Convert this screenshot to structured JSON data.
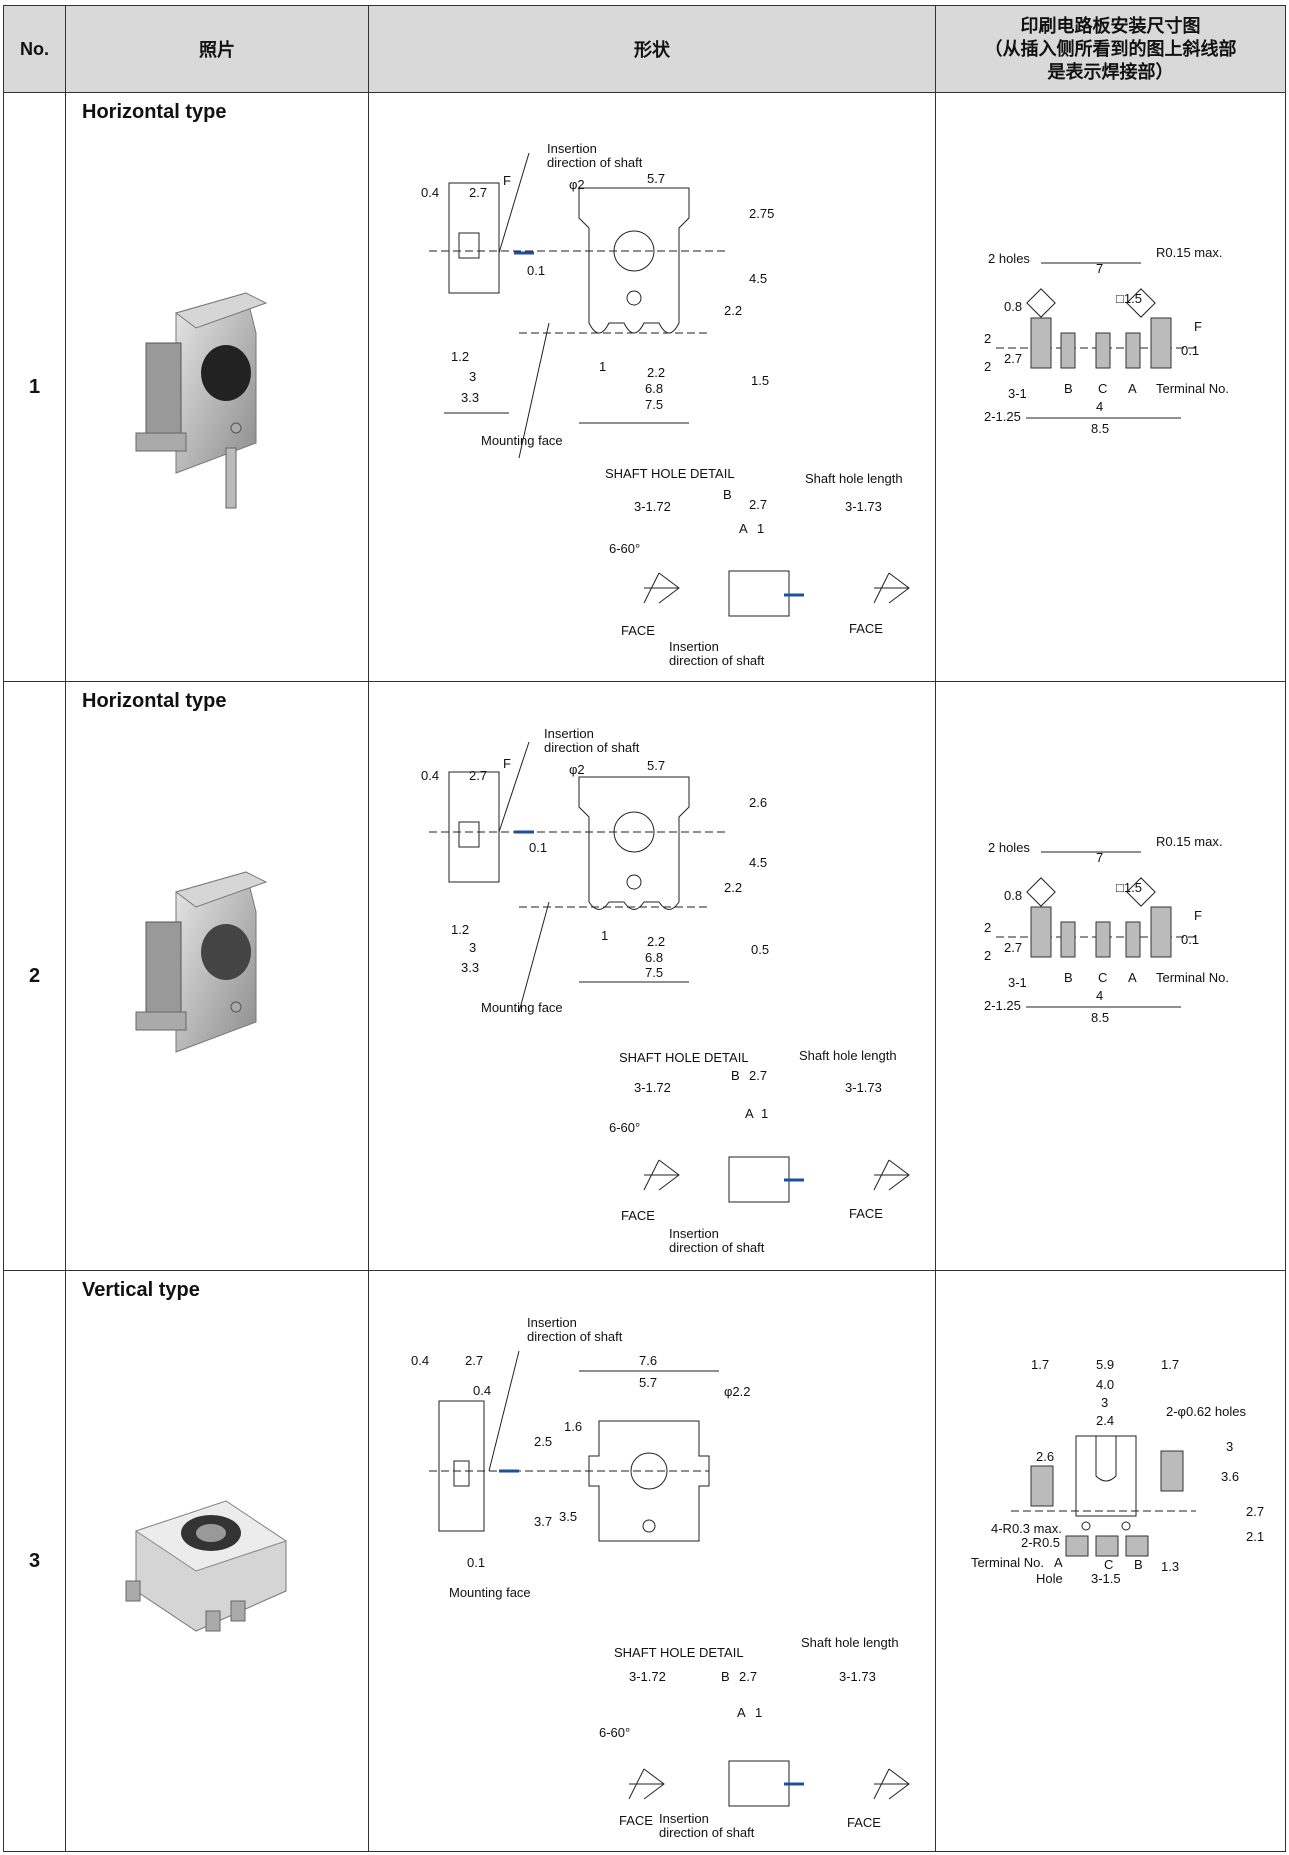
{
  "header": {
    "no": "No.",
    "photo": "照片",
    "shape": "形状",
    "pcb_line1": "印刷电路板安装尺寸图",
    "pcb_line2": "（从插入侧所看到的图上斜线部",
    "pcb_line3": "是表示焊接部）"
  },
  "rows": [
    {
      "no": "1",
      "type": "Horizontal type",
      "shape": {
        "insertion1": "Insertion",
        "insertion2": "direction of shaft",
        "d_04": "0.4",
        "d_27": "2.7",
        "f": "F",
        "d_phi": "φ2",
        "d_57": "5.7",
        "d_275": "2.75",
        "d_45": "4.5",
        "d_22v": "2.2",
        "d_01": "0.1",
        "d_12": "1.2",
        "d_3": "3",
        "d_33": "3.3",
        "d_1": "1",
        "d_22": "2.2",
        "d_68": "6.8",
        "d_75": "7.5",
        "d_15": "1.5",
        "mounting": "Mounting face",
        "shaft_detail": "SHAFT HOLE DETAIL",
        "shaft_len": "Shaft hole length",
        "d_172": "3-1.72",
        "d_173": "3-1.73",
        "d_b": "B",
        "d_a": "A",
        "d_27b": "2.7",
        "d_1b": "1",
        "d_660": "6-60°",
        "bface": "FACE",
        "aface": "FACE",
        "ins_b1": "Insertion",
        "ins_b2": "direction of shaft"
      },
      "pcb": {
        "holes": "2 holes",
        "r015": "R0.15 max.",
        "d_7": "7",
        "d_15": "□1.5",
        "d_08": "0.8",
        "d_2a": "2",
        "d_2b": "2",
        "d_27": "2.7",
        "d_01": "0.1",
        "f": "F",
        "d_31": "3-1",
        "d_125": "2-1.25",
        "t_b": "B",
        "t_c": "C",
        "t_a": "A",
        "terminal": "Terminal No.",
        "d_4": "4",
        "d_85": "8.5"
      }
    },
    {
      "no": "2",
      "type": "Horizontal type",
      "shape": {
        "insertion1": "Insertion",
        "insertion2": "direction of shaft",
        "d_04": "0.4",
        "d_27": "2.7",
        "f": "F",
        "d_phi": "φ2",
        "d_57": "5.7",
        "d_275": "2.6",
        "d_45": "4.5",
        "d_22v": "2.2",
        "d_01": "0.1",
        "d_12": "1.2",
        "d_3": "3",
        "d_33": "3.3",
        "d_1": "1",
        "d_22": "2.2",
        "d_68": "6.8",
        "d_75": "7.5",
        "d_15": "0.5",
        "mounting": "Mounting face",
        "shaft_detail": "SHAFT HOLE DETAIL",
        "shaft_len": "Shaft hole length",
        "d_172": "3-1.72",
        "d_173": "3-1.73",
        "d_b": "B",
        "d_a": "A",
        "d_27b": "2.7",
        "d_1b": "1",
        "d_660": "6-60°",
        "bface": "FACE",
        "aface": "FACE",
        "ins_b1": "Insertion",
        "ins_b2": "direction of shaft"
      },
      "pcb": {
        "holes": "2 holes",
        "r015": "R0.15 max.",
        "d_7": "7",
        "d_15": "□1.5",
        "d_08": "0.8",
        "d_2a": "2",
        "d_2b": "2",
        "d_27": "2.7",
        "d_01": "0.1",
        "f": "F",
        "d_31": "3-1",
        "d_125": "2-1.25",
        "t_b": "B",
        "t_c": "C",
        "t_a": "A",
        "terminal": "Terminal No.",
        "d_4": "4",
        "d_85": "8.5"
      }
    },
    {
      "no": "3",
      "type": "Vertical type",
      "shape": {
        "insertion1": "Insertion",
        "insertion2": "direction of shaft",
        "d_04": "0.4",
        "d_27": "2.7",
        "d_04b": "0.4",
        "d_76": "7.6",
        "d_57": "5.7",
        "d_phi": "φ2.2",
        "d_25": "2.5",
        "d_16": "1.6",
        "d_37": "3.7",
        "d_35": "3.5",
        "d_01": "0.1",
        "mounting": "Mounting face",
        "shaft_detail": "SHAFT HOLE DETAIL",
        "shaft_len": "Shaft hole length",
        "d_172": "3-1.72",
        "d_173": "3-1.73",
        "d_b": "B",
        "d_a": "A",
        "d_27b": "2.7",
        "d_1b": "1",
        "d_660": "6-60°",
        "bface": "FACE",
        "aface": "FACE",
        "ins_b1": "Insertion",
        "ins_b2": "direction of shaft"
      },
      "pcb": {
        "d_17a": "1.7",
        "d_59": "5.9",
        "d_17b": "1.7",
        "d_40": "4.0",
        "d_3": "3",
        "d_24": "2.4",
        "holes": "2-φ0.62 holes",
        "d_26": "2.6",
        "d_3v": "3",
        "d_36": "3.6",
        "d_27": "2.7",
        "d_21": "2.1",
        "r03": "4-R0.3 max.",
        "r05": "2-R0.5",
        "terminal": "Terminal No.",
        "t_a": "A",
        "t_c": "C",
        "t_b": "B",
        "hole": "Hole",
        "d_315": "3-1.5",
        "d_13": "1.3"
      }
    }
  ]
}
